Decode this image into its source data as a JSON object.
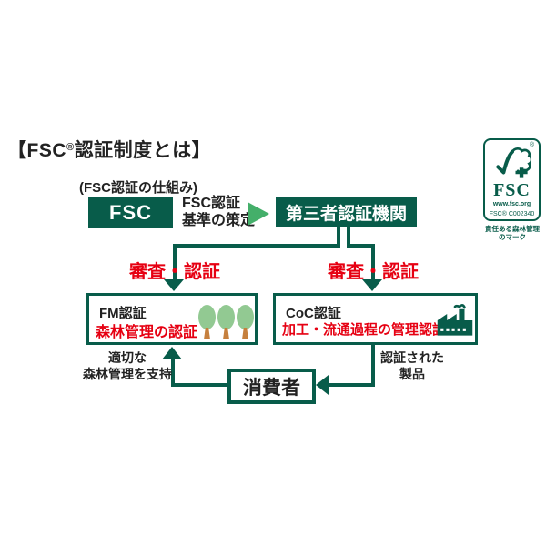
{
  "colors": {
    "dark_green": "#085C4A",
    "bright_green": "#44AF6A",
    "red": "#E60012",
    "tree_green": "#92C992",
    "trunk_brown": "#C6803E"
  },
  "title": {
    "text_pre": "【FSC",
    "reg_mark": "®",
    "text_post": "認証制度とは】"
  },
  "subtitle": "(FSC認証の仕組み)",
  "flow": {
    "fsc_box_label": "FSC",
    "fsc_role_line1": "FSC認証",
    "fsc_role_line2": "基準の策定",
    "certifier_box_label": "第三者認証機関",
    "audit_label_left": "審査・認証",
    "audit_label_right": "審査・認証",
    "fm_box": {
      "line1": "FM認証",
      "line2": "森林管理の認証"
    },
    "coc_box": {
      "line1": "CoC認証",
      "line2": "加工・流通過程の管理認証"
    },
    "consumer_box_label": "消費者",
    "support_line1": "適切な",
    "support_line2": "森林管理を支持",
    "product_line1": "認証された",
    "product_line2": "製品"
  },
  "fsc_logo": {
    "reg": "®",
    "acronym": "FSC",
    "url": "www.fsc.org",
    "license": "FSC® C002340",
    "caption_line1": "責任ある森林管理",
    "caption_line2": "のマーク"
  }
}
